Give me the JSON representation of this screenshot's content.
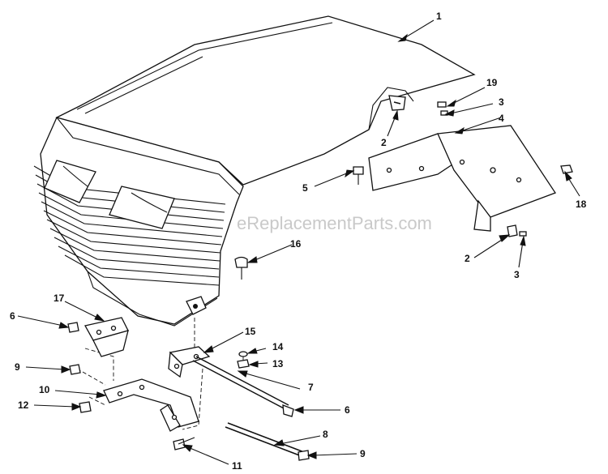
{
  "watermark": "eReplacementParts.com",
  "callouts": {
    "c1": "1",
    "c2a": "2",
    "c2b": "2",
    "c3a": "3",
    "c3b": "3",
    "c4": "4",
    "c5": "5",
    "c6a": "6",
    "c6b": "6",
    "c7": "7",
    "c8": "8",
    "c9a": "9",
    "c9b": "9",
    "c10": "10",
    "c11": "11",
    "c12": "12",
    "c13": "13",
    "c14": "14",
    "c15": "15",
    "c16": "16",
    "c17": "17",
    "c18": "18",
    "c19": "19"
  },
  "colors": {
    "line": "#111111",
    "background": "#ffffff",
    "watermark": "#c9c9c9"
  }
}
